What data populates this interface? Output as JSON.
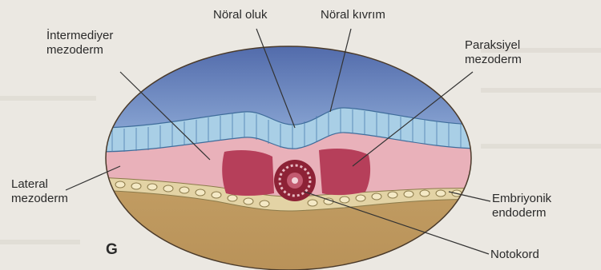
{
  "figure": {
    "panel_letter": "G",
    "labels": {
      "noral_oluk": "Nöral oluk",
      "noral_kivrim": "Nöral kıvrım",
      "intermediyer_1": "İntermediyer",
      "intermediyer_2": "mezoderm",
      "paraksiyel_1": "Paraksiyel",
      "paraksiyel_2": "mezoderm",
      "lateral_1": "Lateral",
      "lateral_2": "mezoderm",
      "embriyonik_1": "Embriyonik",
      "embriyonik_2": "endoderm",
      "notokord": "Notokord"
    }
  },
  "colors": {
    "background": "#ebe8e2",
    "amnion_cavity": "#5d77b4",
    "ectoderm": "#9cc5e0",
    "mesoderm": "#e9b1ba",
    "paraxial": "#b63f5a",
    "endoderm": "#d8c79a",
    "yolk_sac": "#cbab6e",
    "notochord": "#8d2236"
  }
}
